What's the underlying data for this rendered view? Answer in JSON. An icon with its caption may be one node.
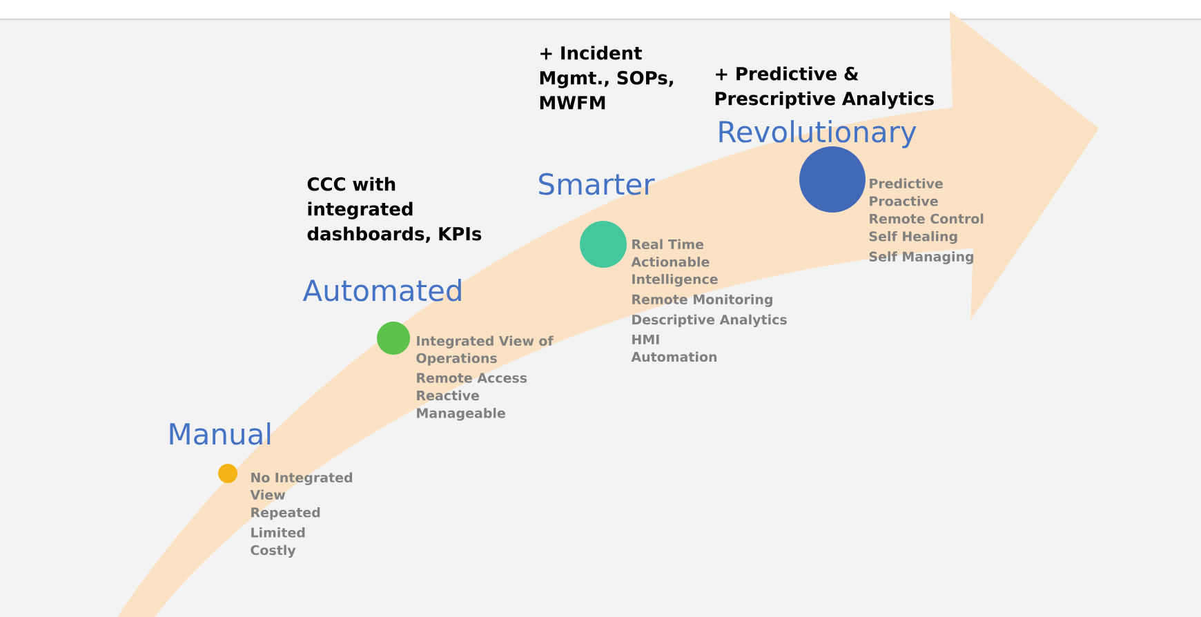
{
  "diagram": {
    "nodes": [
      {
        "text": [],
        "shape": "circle",
        "beside": [
          "Manual",
          "No Integrated View",
          "Repeated",
          "Limited",
          "Costly"
        ]
      },
      {
        "text": [],
        "shape": "circle",
        "beside": [
          "Automated",
          "Integrated View of Operations",
          "Remote Access",
          "Reactive",
          "Manageable"
        ]
      },
      {
        "text": [],
        "shape": "circle",
        "beside": [
          "Smarter",
          "Real Time",
          "Actionable Intelligence",
          "Remote Monitoring",
          "Descriptive Analytics",
          "HMI",
          "Automation"
        ]
      },
      {
        "text": [],
        "shape": "circle",
        "beside": [
          "Revolutionary",
          "Predictive",
          "Proactive",
          "Remote Control",
          "Self Healing",
          "Self Managing"
        ]
      }
    ],
    "labels": [
      "CCC with integrated dashboards, KPIs",
      "+ Incident Mgmt., SOPs, MWFM",
      "+ Predictive & Prescriptive Analytics"
    ]
  }
}
